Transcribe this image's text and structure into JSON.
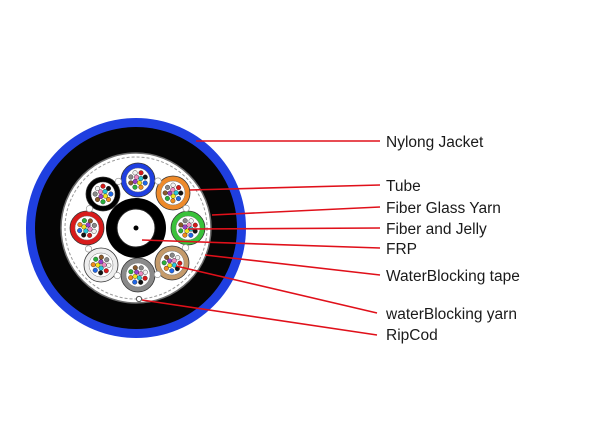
{
  "colors": {
    "jacket_outer": "#1f3fe0",
    "jacket_inner": "#050505",
    "tape": "#ffffff",
    "leader": "#e0101a",
    "core": "#ffffff"
  },
  "tubes": [
    {
      "id": "black",
      "color": "#000000"
    },
    {
      "id": "blue",
      "color": "#1f3fe0"
    },
    {
      "id": "orange",
      "color": "#ee8a2a"
    },
    {
      "id": "green",
      "color": "#39c23a"
    },
    {
      "id": "brown",
      "color": "#c49a6a"
    },
    {
      "id": "grey",
      "color": "#8a8a8a"
    },
    {
      "id": "white",
      "color": "#eeeeee"
    },
    {
      "id": "red",
      "color": "#d81b1b"
    }
  ],
  "fiber_colors": [
    "#1e66e8",
    "#f08a1c",
    "#27b03a",
    "#8b5a2b",
    "#888888",
    "#f2f2f2",
    "#d61818",
    "#111111",
    "#f2e41c",
    "#9a3fc8",
    "#f08ac0",
    "#27c8d8"
  ],
  "labels": {
    "nylon_jacket": "Nylong Jacket",
    "tube": "Tube",
    "fiber_glass_yarn": "Fiber Glass Yarn",
    "fiber_and_jelly": "Fiber and Jelly",
    "frp": "FRP",
    "waterblocking_tape": "WaterBlocking tape",
    "waterblocking_yarn": "waterBlocking yarn",
    "ripcord": "RipCod"
  }
}
